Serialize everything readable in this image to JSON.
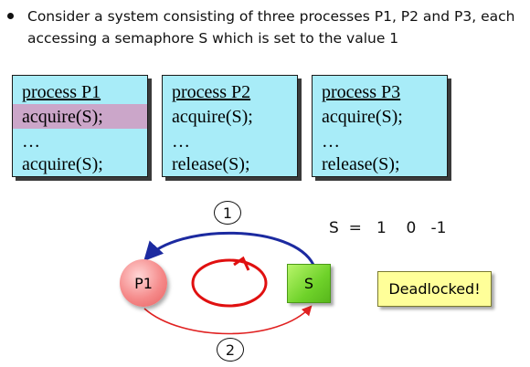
{
  "bullet": "Consider a system consisting of three processes P1,  P2 and P3, each accessing a semaphore S which is set to the value 1",
  "processes": [
    {
      "title": "process P1",
      "lines": [
        "acquire(S);",
        "…",
        "acquire(S);"
      ],
      "highlight_line": 1
    },
    {
      "title": "process P2",
      "lines": [
        "acquire(S);",
        "…",
        "release(S);"
      ]
    },
    {
      "title": "process P3",
      "lines": [
        "acquire(S);",
        "…",
        "release(S);"
      ]
    }
  ],
  "semaphore_values": "S  =   1    0   -1",
  "nodes": {
    "p1": "P1",
    "s": "S"
  },
  "steps": [
    "1",
    "2"
  ],
  "status": "Deadlocked!",
  "colors": {
    "process_box": "#a8ecf8",
    "highlight": "#cba6c9",
    "arrow_top": "#1c2aa0",
    "arrow_bottom": "#e02020",
    "cycle": "#e01010",
    "deadlock_box": "#ffff99"
  }
}
